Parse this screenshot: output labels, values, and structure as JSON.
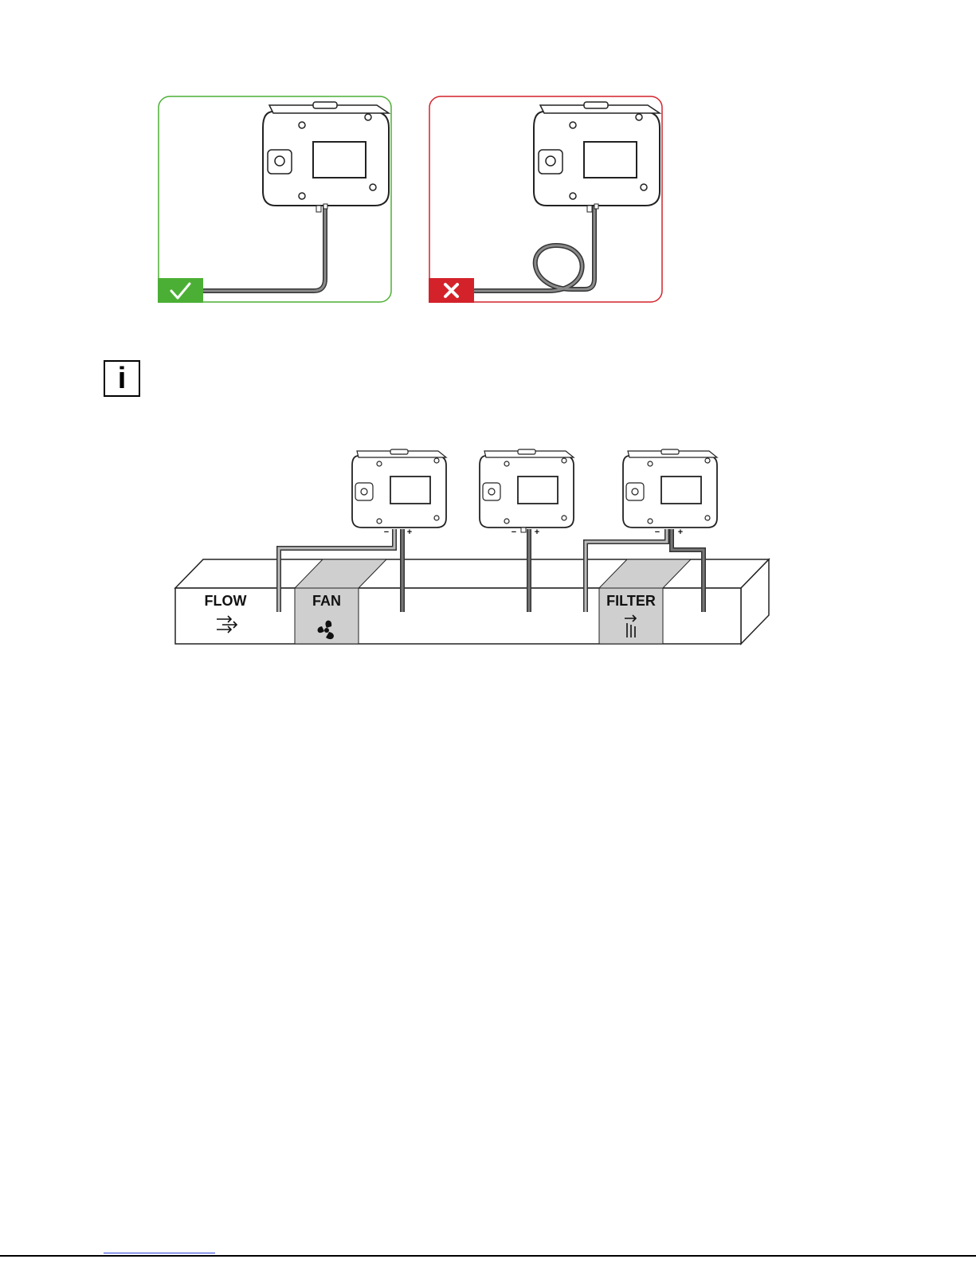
{
  "colors": {
    "correct": "#4caf35",
    "wrong": "#d4222a",
    "hose": "#555555",
    "hose_light": "#999999",
    "duct_fill": "#ffffff",
    "section_fill": "#cfcfcf"
  },
  "correct_panel": {
    "badge_icon": "check-icon"
  },
  "wrong_panel": {
    "badge_icon": "cross-icon"
  },
  "info_icon": {
    "glyph": "i"
  },
  "duct": {
    "flow_label": "FLOW",
    "fan_label": "FAN",
    "filter_label": "FILTER"
  },
  "ports": {
    "minus": "−",
    "plus": "+"
  }
}
